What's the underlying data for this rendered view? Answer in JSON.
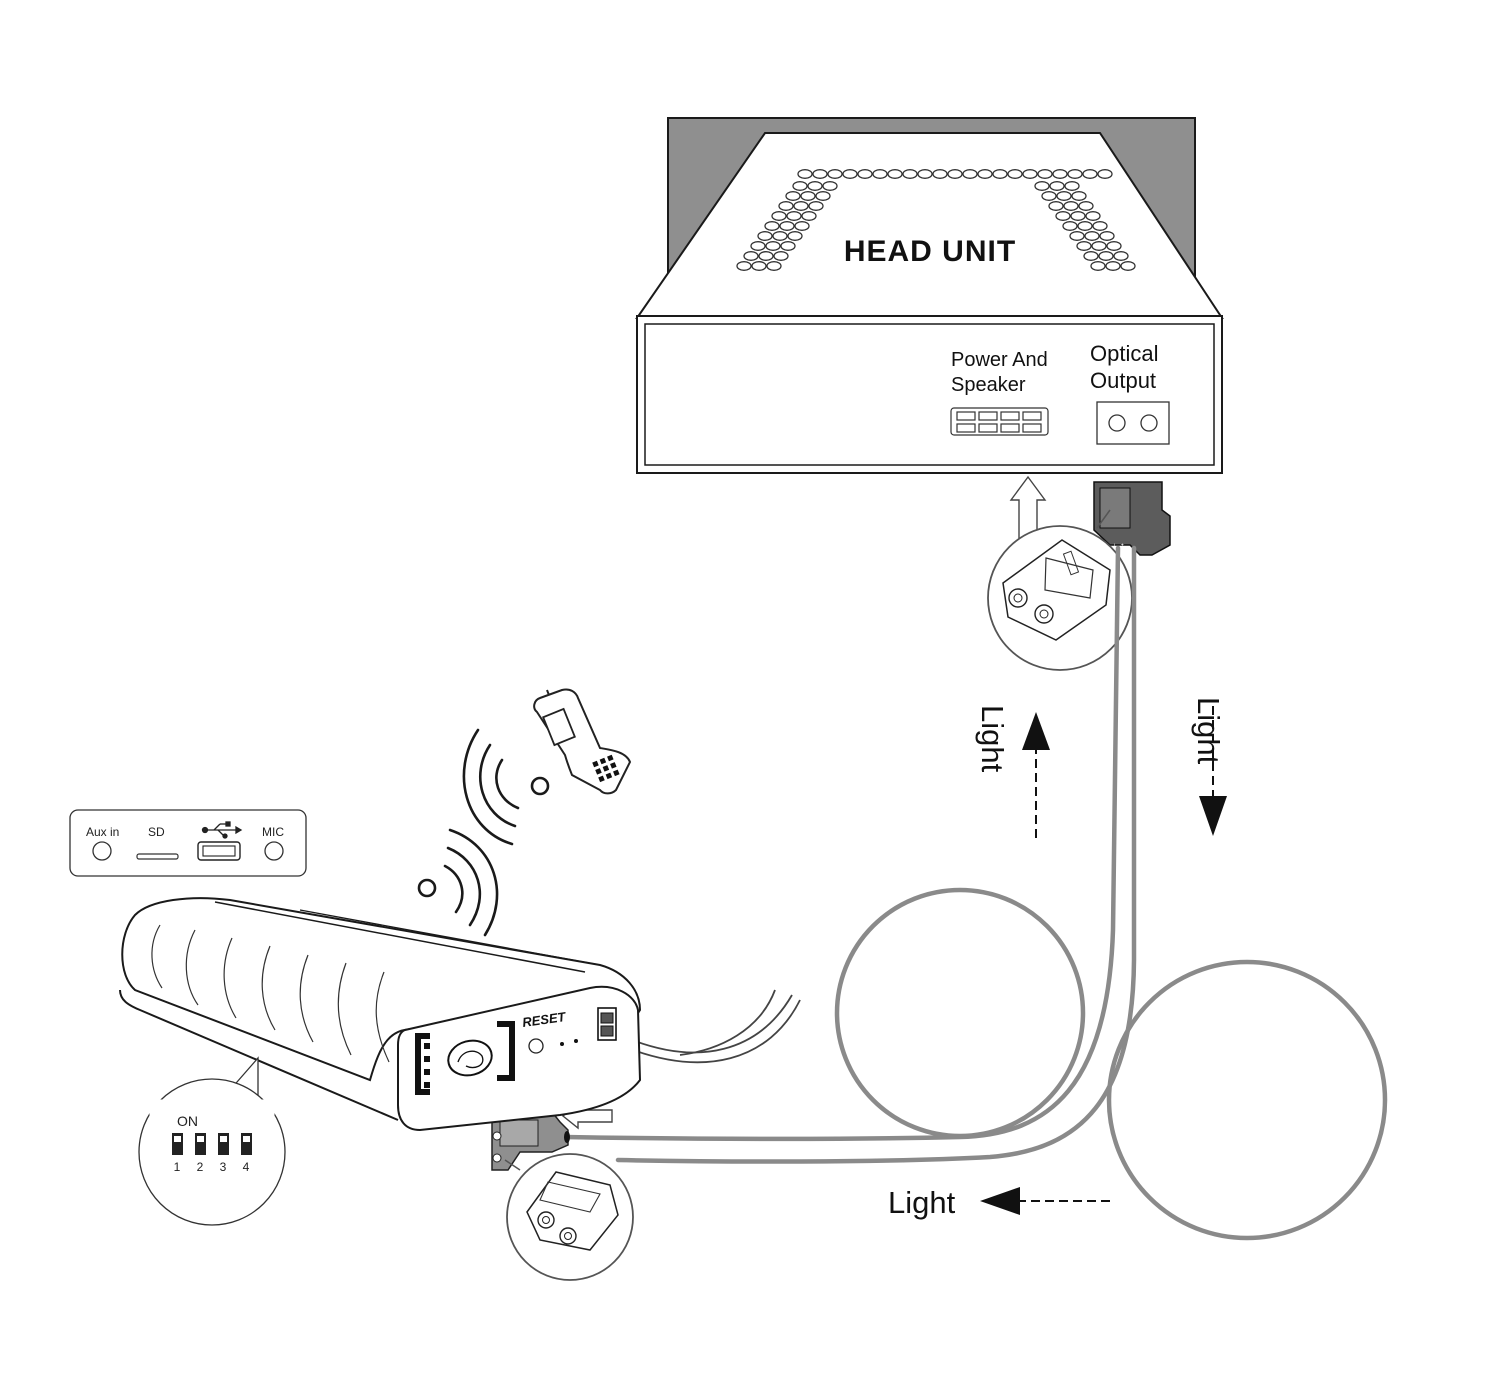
{
  "head_unit": {
    "title": "HEAD UNIT",
    "power_label_line1": "Power And",
    "power_label_line2": "Speaker",
    "optical_label_line1": "Optical",
    "optical_label_line2": "Output"
  },
  "light_labels": {
    "up": "Light",
    "down": "Light",
    "left": "Light"
  },
  "module": {
    "reset_label": "RESET",
    "ports": {
      "aux": "Aux in",
      "sd": "SD",
      "mic": "MIC"
    },
    "dip": {
      "on_label": "ON",
      "switches": [
        "1",
        "2",
        "3",
        "4"
      ]
    }
  },
  "icons": {
    "usb": "usb-icon",
    "phone": "phone-icon",
    "wireless": "wireless-signal-icon"
  },
  "colors": {
    "line": "#1a1a1a",
    "cable": "#8a8a8a",
    "bezel_gray": "#8f8f8f",
    "connector_gray": "#5c5c5c",
    "arrow": "#111111"
  }
}
